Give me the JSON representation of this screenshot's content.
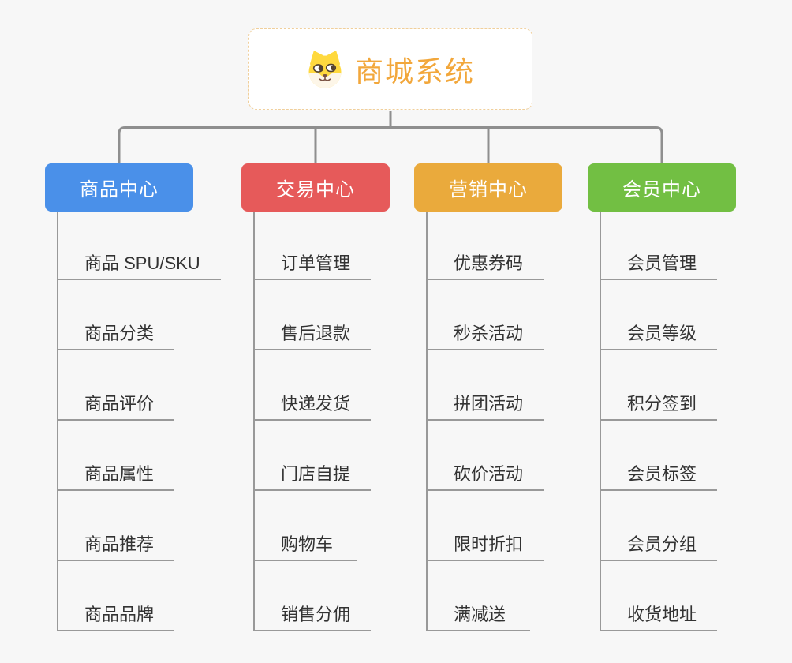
{
  "root": {
    "title": "商城系统",
    "icon": "shiba-dog-icon"
  },
  "branches": [
    {
      "label": "商品中心",
      "color": "#4a90e9",
      "children": [
        "商品 SPU/SKU",
        "商品分类",
        "商品评价",
        "商品属性",
        "商品推荐",
        "商品品牌"
      ]
    },
    {
      "label": "交易中心",
      "color": "#e65a5a",
      "children": [
        "订单管理",
        "售后退款",
        "快递发货",
        "门店自提",
        "购物车",
        "销售分佣"
      ]
    },
    {
      "label": "营销中心",
      "color": "#eaaa3c",
      "children": [
        "优惠券码",
        "秒杀活动",
        "拼团活动",
        "砍价活动",
        "限时折扣",
        "满减送"
      ]
    },
    {
      "label": "会员中心",
      "color": "#72bf43",
      "children": [
        "会员管理",
        "会员等级",
        "积分签到",
        "会员标签",
        "会员分组",
        "收货地址"
      ]
    }
  ],
  "style": {
    "background": "#f7f7f7",
    "connector_color": "#8f8f8f",
    "child_line_color": "#999999",
    "root_text_color": "#f2a73b",
    "root_border_color": "#f0cf9b",
    "child_text_color": "#333333"
  }
}
